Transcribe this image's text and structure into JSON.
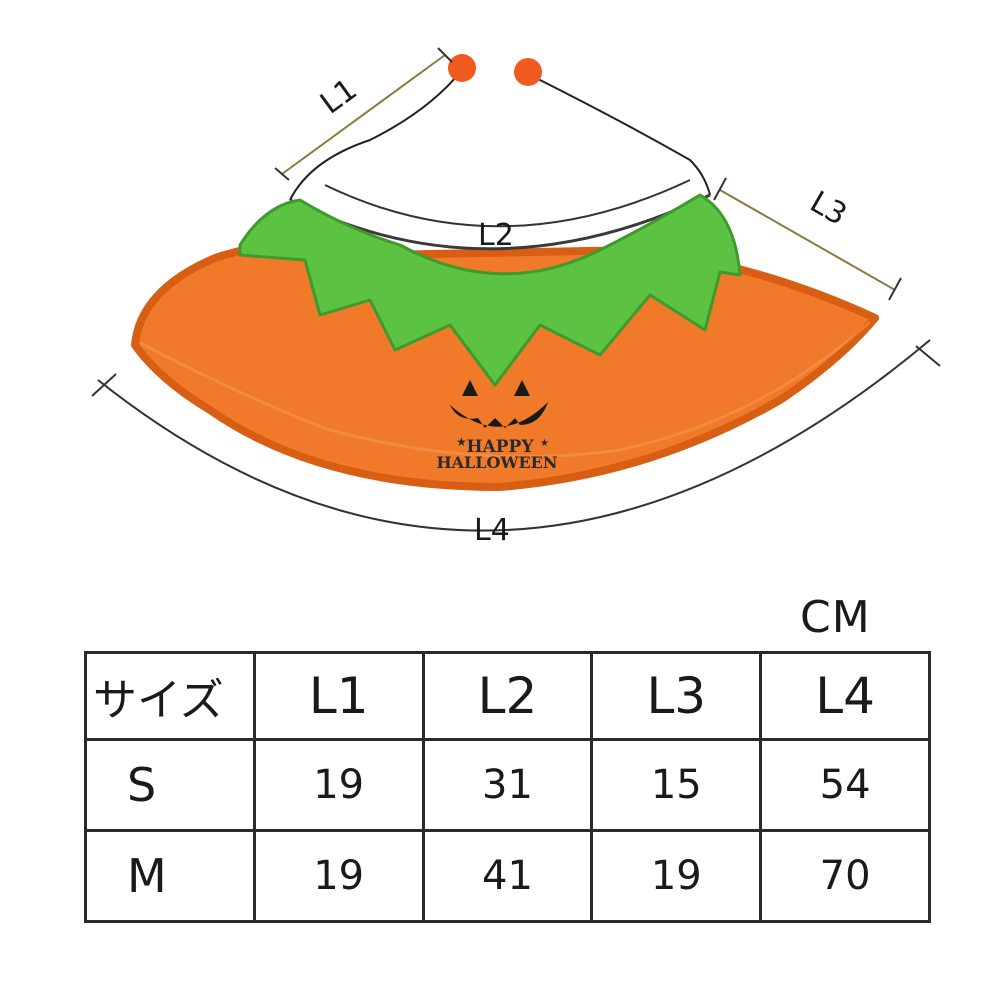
{
  "diagram": {
    "labels": {
      "l1": "L1",
      "l2": "L2",
      "l3": "L3",
      "l4": "L4"
    },
    "embroidery": {
      "line1": "HAPPY",
      "line2": "HALLOWEEN"
    },
    "colors": {
      "orange": "#f07a2a",
      "orange_dark": "#d85e14",
      "green": "#5cc242",
      "green_dark": "#3f9a2c",
      "pompom": "#f05a1e",
      "dim_line": "#8a7a3a"
    }
  },
  "table": {
    "unit": "CM",
    "header": [
      "サイズ",
      "L1",
      "L2",
      "L3",
      "L4"
    ],
    "rows": [
      {
        "size": "S",
        "values": [
          "19",
          "31",
          "15",
          "54"
        ]
      },
      {
        "size": "M",
        "values": [
          "19",
          "41",
          "19",
          "70"
        ]
      }
    ]
  }
}
